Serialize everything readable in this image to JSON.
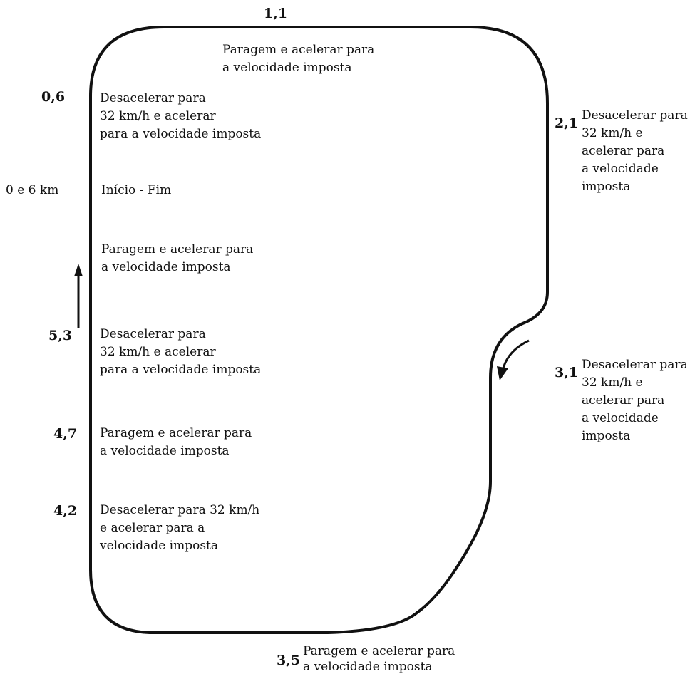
{
  "markers": {
    "km_1_1": "1,1",
    "km_0_6": "0,6",
    "km_2_1": "2,1",
    "km_0_6_start": "0 e 6 km",
    "km_5_3": "5,3",
    "km_3_1": "3,1",
    "km_4_7": "4,7",
    "km_4_2": "4,2",
    "km_3_5": "3,5"
  },
  "notes": {
    "top": [
      "Paragem e acelerar para",
      "a velocidade imposta"
    ],
    "at_0_6": [
      "Desacelerar para",
      "32 km/h e acelerar",
      "para a velocidade imposta"
    ],
    "at_2_1": [
      "Desacelerar para",
      "32 km/h e",
      "acelerar para",
      "a velocidade",
      "imposta"
    ],
    "start_finish": "Início - Fim",
    "after_start": [
      "Paragem e acelerar para",
      "a velocidade imposta"
    ],
    "at_5_3": [
      "Desacelerar para",
      "32 km/h e acelerar",
      "para a velocidade imposta"
    ],
    "at_3_1": [
      "Desacelerar para",
      "32 km/h e",
      "acelerar para",
      "a velocidade",
      "imposta"
    ],
    "at_4_7": [
      "Paragem e acelerar para",
      "a velocidade imposta"
    ],
    "at_4_2": [
      "Desacelerar para 32 km/h",
      "e acelerar para a",
      "velocidade imposta"
    ],
    "at_3_5": [
      "Paragem e acelerar para",
      "a velocidade imposta"
    ]
  },
  "colors": {
    "track": "#111111",
    "text": "#111111"
  }
}
